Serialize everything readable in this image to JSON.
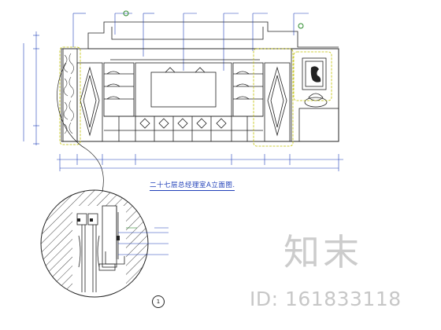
{
  "drawing": {
    "title": "二十七层总经理室A立面图",
    "title_suffix": ".",
    "detail_tag": "1"
  },
  "watermark": {
    "logo_text": "知末",
    "id_text": "ID: 161833118"
  },
  "colors": {
    "line": "#222222",
    "dimension": "#1f3fb8",
    "hatch": "#444444",
    "tag": "#2a8a2a",
    "highlight": "#c0c000"
  }
}
